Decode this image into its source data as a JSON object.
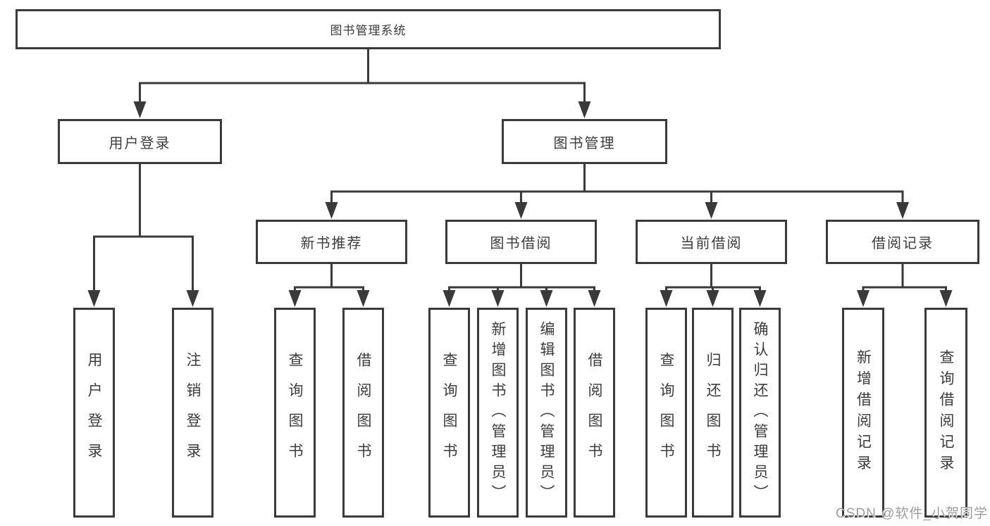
{
  "diagram": {
    "title": "图书管理系统",
    "level2": [
      {
        "label": "用户登录"
      },
      {
        "label": "图书管理"
      }
    ],
    "level3": [
      {
        "label": "新书推荐",
        "parent": "图书管理"
      },
      {
        "label": "图书借阅",
        "parent": "图书管理"
      },
      {
        "label": "当前借阅",
        "parent": "图书管理"
      },
      {
        "label": "借阅记录",
        "parent": "图书管理"
      }
    ],
    "leaves": [
      {
        "label": "用户登录",
        "parent": "用户登录"
      },
      {
        "label": "注销登录",
        "parent": "用户登录"
      },
      {
        "label": "查询图书",
        "parent": "新书推荐"
      },
      {
        "label": "借阅图书",
        "parent": "新书推荐"
      },
      {
        "label": "查询图书",
        "parent": "图书借阅"
      },
      {
        "label": "新增图书（管理员）",
        "parent": "图书借阅"
      },
      {
        "label": "编辑图书（管理员）",
        "parent": "图书借阅"
      },
      {
        "label": "借阅图书",
        "parent": "图书借阅"
      },
      {
        "label": "查询图书",
        "parent": "当前借阅"
      },
      {
        "label": "归还图书",
        "parent": "当前借阅"
      },
      {
        "label": "确认归还（管理员）",
        "parent": "当前借阅"
      },
      {
        "label": "新增借阅记录",
        "parent": "借阅记录"
      },
      {
        "label": "查询借阅记录",
        "parent": "借阅记录"
      }
    ],
    "watermark": "CSDN @软件_小贺同学",
    "colors": {
      "line": "#3a3a3a",
      "text": "#3c3c3c",
      "watermark": "#9d9d9d",
      "background": "#ffffff"
    }
  }
}
